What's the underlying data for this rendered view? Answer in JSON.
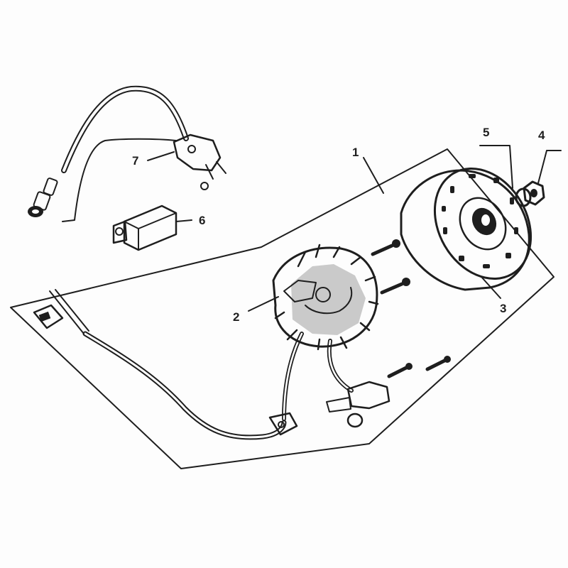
{
  "diagram": {
    "callouts": [
      {
        "id": "1",
        "label": "1"
      },
      {
        "id": "2",
        "label": "2"
      },
      {
        "id": "3",
        "label": "3"
      },
      {
        "id": "4",
        "label": "4"
      },
      {
        "id": "5",
        "label": "5"
      },
      {
        "id": "6",
        "label": "6"
      },
      {
        "id": "7",
        "label": "7"
      }
    ],
    "colors": {
      "ink": "#1e1e1e",
      "paper": "#fdfdfd"
    }
  }
}
